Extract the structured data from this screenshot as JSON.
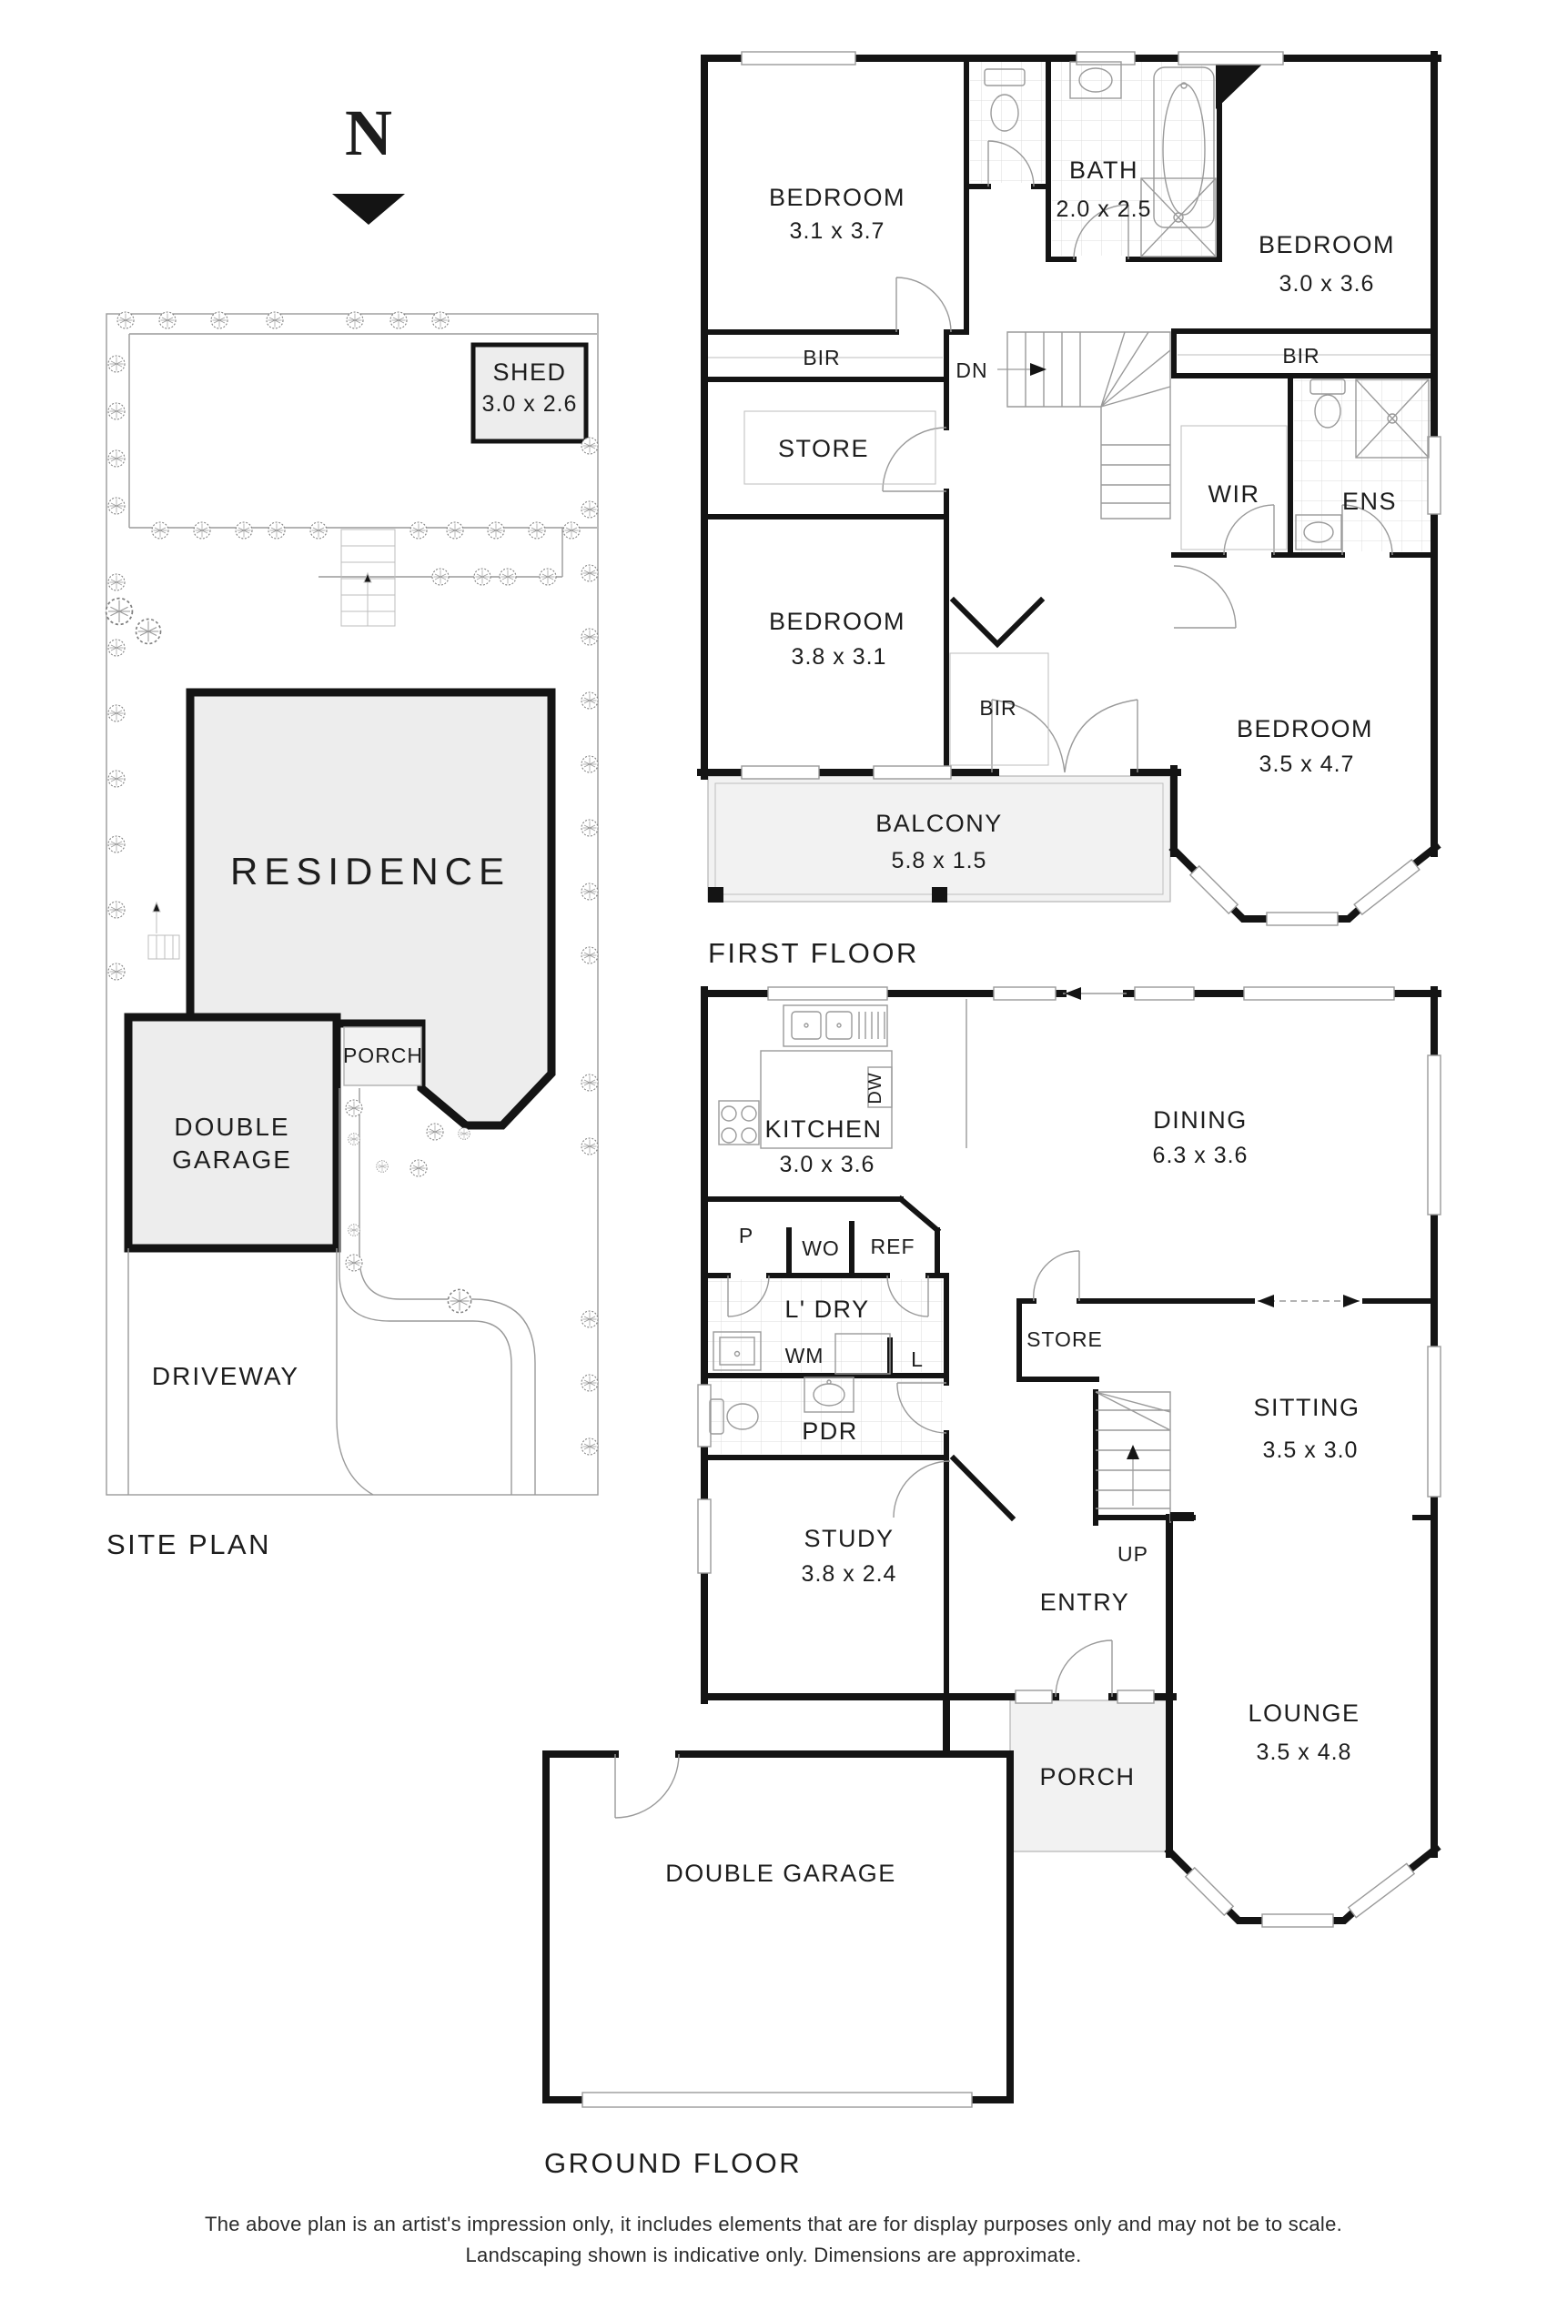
{
  "compass": {
    "n": "N"
  },
  "site_plan": {
    "title": "SITE PLAN",
    "shed": {
      "name": "SHED",
      "dim": "3.0 x 2.6"
    },
    "residence": "RESIDENCE",
    "porch": "PORCH",
    "garage_line1": "DOUBLE",
    "garage_line2": "GARAGE",
    "driveway": "DRIVEWAY"
  },
  "first_floor": {
    "title": "FIRST FLOOR",
    "bedroom1": {
      "name": "BEDROOM",
      "dim": "3.1 x 3.7"
    },
    "bath": {
      "name": "BATH",
      "dim": "2.0 x 2.5"
    },
    "bedroom2": {
      "name": "BEDROOM",
      "dim": "3.0 x 3.6"
    },
    "bedroom3": {
      "name": "BEDROOM",
      "dim": "3.8 x 3.1"
    },
    "bedroom4": {
      "name": "BEDROOM",
      "dim": "3.5 x 4.7"
    },
    "balcony": {
      "name": "BALCONY",
      "dim": "5.8 x 1.5"
    },
    "bir_left": "BIR",
    "bir_right": "BIR",
    "bir_small": "BIR",
    "store": "STORE",
    "wir": "WIR",
    "ens": "ENS",
    "dn": "DN"
  },
  "ground_floor": {
    "title": "GROUND FLOOR",
    "kitchen": {
      "name": "KITCHEN",
      "dim": "3.0 x 3.6"
    },
    "dining": {
      "name": "DINING",
      "dim": "6.3 x 3.6"
    },
    "sitting": {
      "name": "SITTING",
      "dim": "3.5 x 3.0"
    },
    "study": {
      "name": "STUDY",
      "dim": "3.8 x 2.4"
    },
    "lounge": {
      "name": "LOUNGE",
      "dim": "3.5 x 4.8"
    },
    "garage": "DOUBLE GARAGE",
    "porch": "PORCH",
    "entry": "ENTRY",
    "up": "UP",
    "store": "STORE",
    "laundry": "L' DRY",
    "wm": "WM",
    "linen": "L",
    "pantry": "P",
    "wall_oven": "WO",
    "fridge": "REF",
    "dishwasher": "DW",
    "pdr": "PDR"
  },
  "footer": {
    "line1": "The above plan is an artist's impression only, it includes elements that are for display purposes only and may not be to scale.",
    "line2": "Landscaping shown is indicative only. Dimensions are approximate."
  },
  "colors": {
    "wall": "#141414",
    "light_fill": "#ededed",
    "thin_line": "#9a9a9a",
    "text": "#1d1d1d"
  }
}
